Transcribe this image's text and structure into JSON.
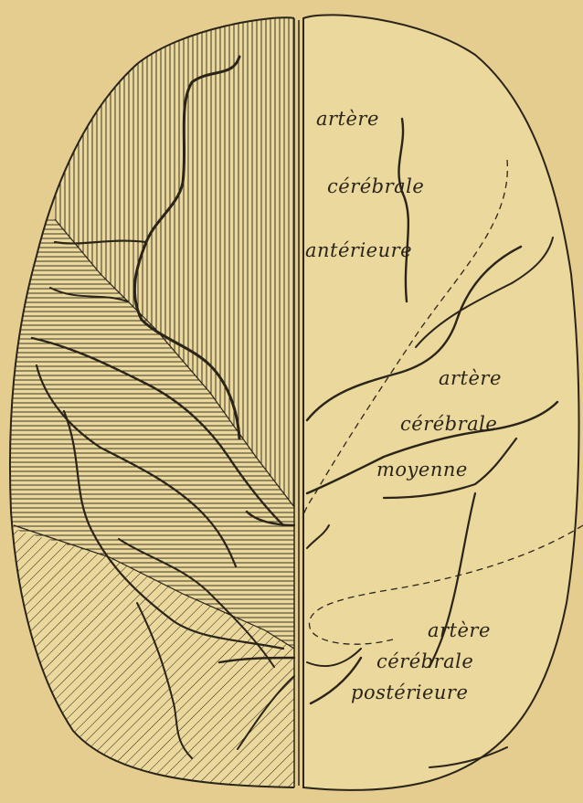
{
  "figure": {
    "background": "#e4cd8e",
    "ink": "#2a2419",
    "paper": "#ead89c"
  },
  "labels": {
    "anterior": {
      "line1": "artère",
      "line2": "cérébrale",
      "line3": "antérieure"
    },
    "middle": {
      "line1": "artère",
      "line2": "cérébrale",
      "line3": "moyenne"
    },
    "posterior": {
      "line1": "artère",
      "line2": "cérébrale",
      "line3": "postérieure"
    }
  },
  "territories": [
    {
      "name": "anterior",
      "hatch": "vertical"
    },
    {
      "name": "middle",
      "hatch": "horizontal"
    },
    {
      "name": "posterior",
      "hatch": "diagonal"
    }
  ]
}
